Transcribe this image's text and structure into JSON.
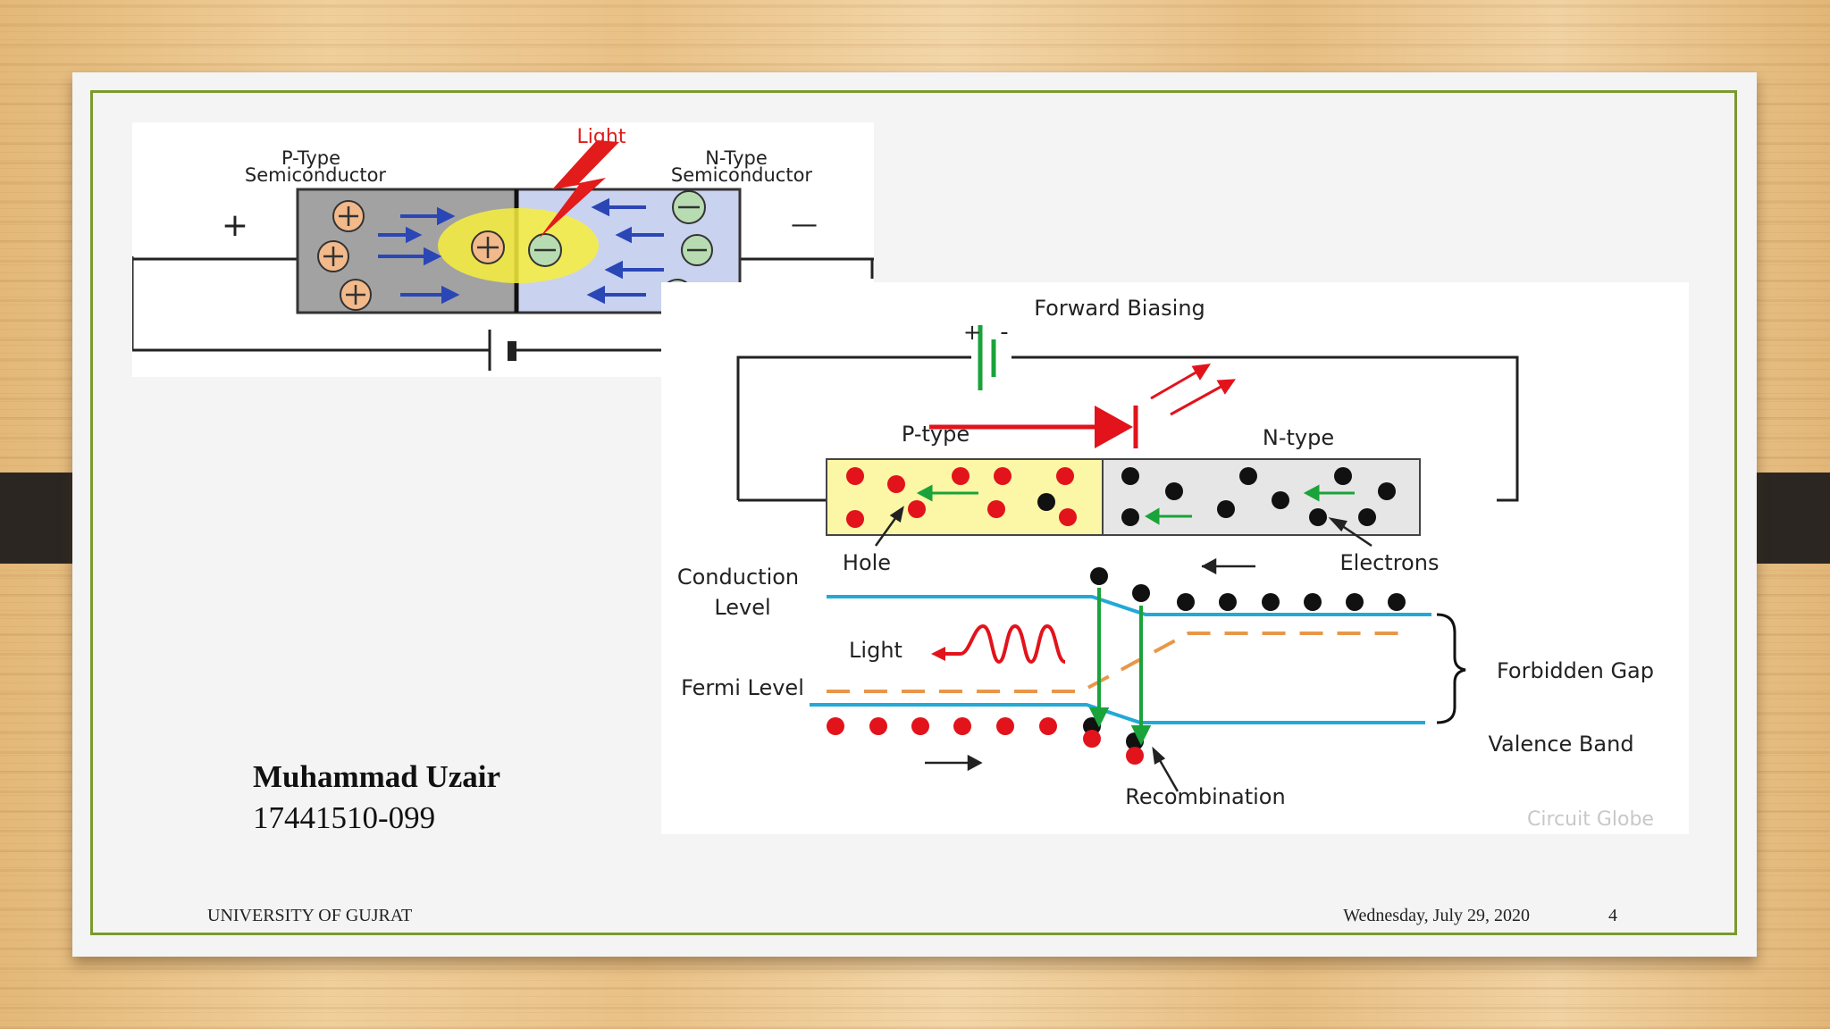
{
  "slide": {
    "author_name": "Muhammad Uzair",
    "student_id": "17441510-099",
    "footer_left": "UNIVERSITY OF  GUJRAT",
    "footer_date": "Wednesday, July 29, 2020",
    "page_number": "4"
  },
  "figure_top": {
    "light_label": "Light",
    "p_type_line1": "P-Type",
    "p_type_line2": "Semiconductor",
    "n_type_line1": "N-Type",
    "n_type_line2": "Semiconductor",
    "plus_terminal": "+",
    "minus_terminal": "—"
  },
  "figure_main": {
    "forward_biasing": "Forward Biasing",
    "battery_plus": "+",
    "battery_minus": "-",
    "p_type": "P-type",
    "n_type": "N-type",
    "hole": "Hole",
    "electrons": "Electrons",
    "conduction_level_line1": "Conduction",
    "conduction_level_line2": "Level",
    "light": "Light",
    "fermi_level": "Fermi Level",
    "forbidden_gap": "Forbidden Gap",
    "valence_band": "Valence Band",
    "recombination": "Recombination",
    "watermark": "Circuit Globe"
  },
  "colors": {
    "frame_border": "#7a9a2e",
    "hole_red": "#e2131b",
    "band_cyan": "#22a9d6",
    "fermi_orange": "#e8974a",
    "arrow_green": "#1aa33a",
    "p_region_yellow": "#fbf7a6"
  }
}
